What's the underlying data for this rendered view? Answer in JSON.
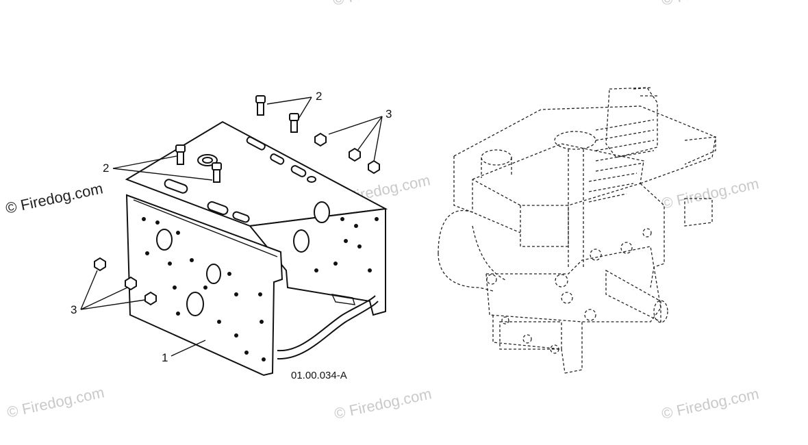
{
  "diagram": {
    "callouts": {
      "frame": "1",
      "screws_top_right": "2",
      "screws_top_left": "2",
      "nuts_right": "3",
      "nuts_left": "3"
    },
    "reference_code": "01.00.034-A"
  },
  "watermarks": {
    "text": "© Firedog.com"
  },
  "colors": {
    "line": "#111111",
    "watermark": "#c9c9c9",
    "background": "#ffffff"
  }
}
